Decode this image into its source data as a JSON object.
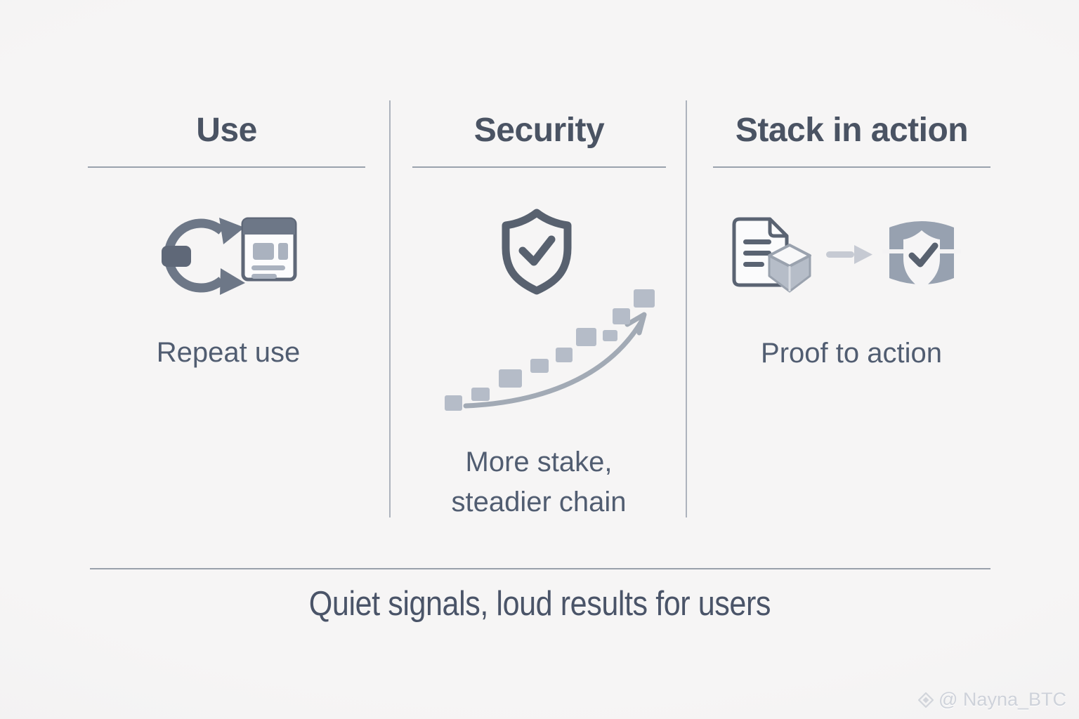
{
  "columns": [
    {
      "title": "Use",
      "caption": "Repeat use",
      "icons": [
        "repeat-cycle-icon",
        "browser-card-icon"
      ]
    },
    {
      "title": "Security",
      "caption": "More stake,\nsteadier chain",
      "icons": [
        "shield-check-icon",
        "rising-blocks-arrow-icon"
      ]
    },
    {
      "title": "Stack in action",
      "caption": "Proof to action",
      "icons": [
        "document-cube-icon",
        "arrow-right-icon",
        "verified-badge-icon"
      ]
    }
  ],
  "footer": {
    "quote": "Quiet signals, loud results for users"
  },
  "watermark": {
    "logo": "diamond-logo-icon",
    "text": "@ Nayna_BTC"
  },
  "colors": {
    "background": "#f4f3f4",
    "heading_text": "#4a5363",
    "caption_text": "#515d71",
    "quote_text": "#4a5468",
    "rule_gray": "#9aa2ad",
    "divider_gray": "#adb3bd",
    "icon_dark": "#5a6372",
    "icon_medium": "#6d7787",
    "icon_light_blue_gray": "#b5bcc8",
    "arrow_light": "#c6cad3",
    "badge_fill": "#97a1b0",
    "watermark_text": "#ced2da"
  }
}
